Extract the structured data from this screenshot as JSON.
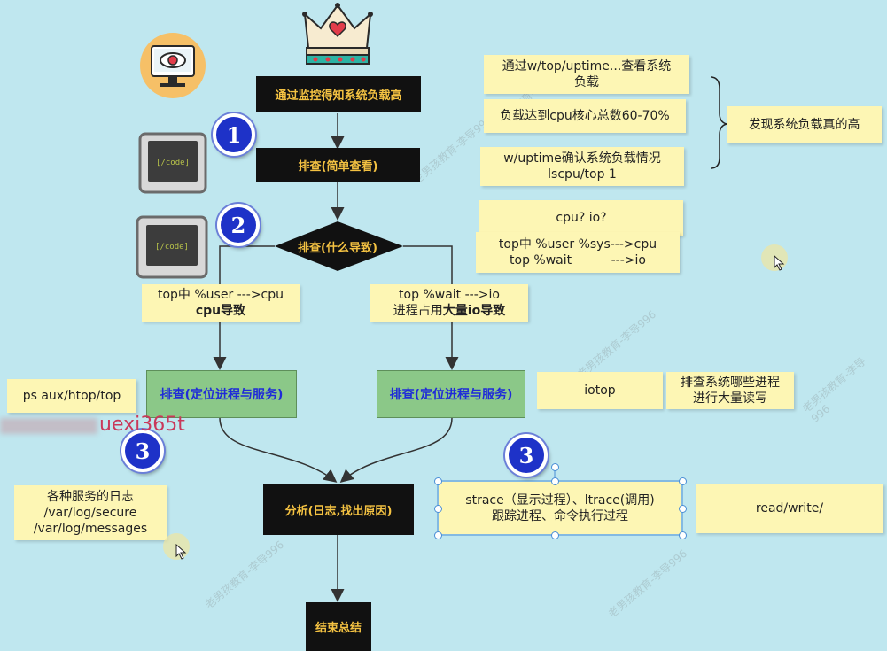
{
  "nodes": {
    "monitor": "通过监控得知系统负载高",
    "check_simple": "排查(简单查看)",
    "check_cause": "排查(什么导致)",
    "locate_left": "排查(定位进程与服务)",
    "locate_right": "排查(定位进程与服务)",
    "analyze": "分析(日志,找出原因)",
    "finish": "结束总结"
  },
  "notes": {
    "top1": [
      "通过w/top/uptime...查看系统",
      "负载"
    ],
    "top2": "负载达到cpu核心总数60-70%",
    "top3": [
      "w/uptime确认系统负载情况",
      "lscpu/top 1"
    ],
    "conclusion": "发现系统负载真的高",
    "cpuio_title": "cpu?  io?",
    "cpuio_line1": "top中 %user  %sys--->cpu",
    "cpuio_line2": "top %wait          --->io",
    "left_branch_1": "top中 %user --->cpu",
    "left_branch_2": "cpu导致",
    "right_branch_1": "top %wait --->io",
    "right_branch_2a": "进程占用",
    "right_branch_2b": "大量io导致",
    "ps": "ps  aux/htop/top",
    "iotop": "iotop",
    "iotop_desc": [
      "排查系统哪些进程",
      "进行大量读写"
    ],
    "logs": [
      "各种服务的日志",
      "/var/log/secure",
      "/var/log/messages"
    ],
    "strace": [
      "strace（显示过程）、ltrace(调用)",
      "跟踪进程、命令执行过程"
    ],
    "readwrite": "read/write/"
  },
  "badges": {
    "b1": "1",
    "b2": "2",
    "b3a": "3",
    "b3b": "3"
  },
  "icons": {
    "monitor": "monitor-eye-icon",
    "crown": "crown-icon",
    "code1": "code-terminal-icon",
    "code2": "code-terminal-icon",
    "cursor1": "mouse-cursor-icon",
    "cursor2": "mouse-cursor-icon"
  },
  "code_label": "[/code]",
  "overlay_text": "uexi365t",
  "watermark": "老男孩教育-李导996",
  "colors": {
    "background": "#bfe7ef",
    "node_black": "#111111",
    "node_text": "#f4c242",
    "node_green": "#8bc888",
    "green_text": "#1f2bd8",
    "note": "#fdf6b4",
    "badge": "#1e32c8"
  }
}
